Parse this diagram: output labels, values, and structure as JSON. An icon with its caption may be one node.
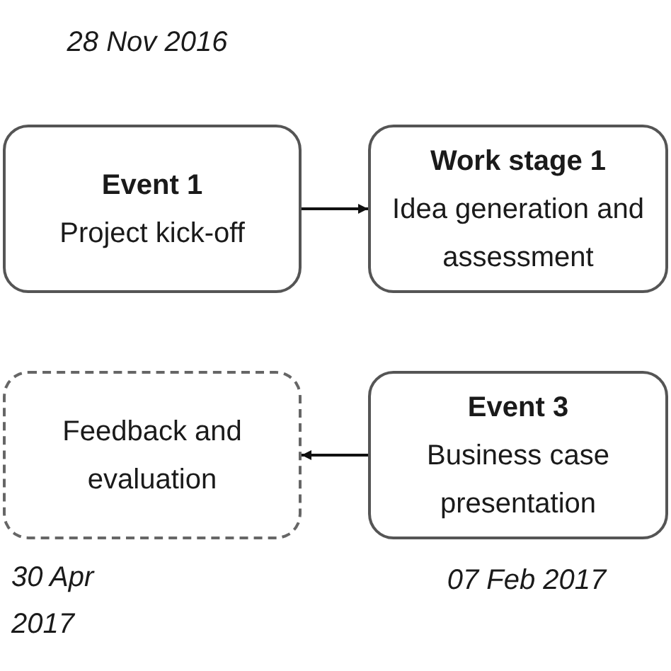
{
  "diagram": {
    "nodes": [
      {
        "text": [
          "Event 1",
          "Project kick-off"
        ],
        "beside": [
          "28 Nov 2016"
        ]
      },
      {
        "text": [
          "Work stage 1",
          "Idea generation and assessment"
        ]
      },
      {
        "text": [
          "Feedback and evaluation"
        ],
        "beside": [
          "30 Apr 2017"
        ]
      },
      {
        "text": [
          "Event 3",
          "Business case presentation"
        ],
        "beside": [
          "07 Feb 2017"
        ]
      }
    ],
    "edges": [
      {
        "from": 0,
        "to": 1,
        "arrow": "to"
      },
      {
        "from": 3,
        "to": 2,
        "arrow": "to"
      }
    ]
  }
}
